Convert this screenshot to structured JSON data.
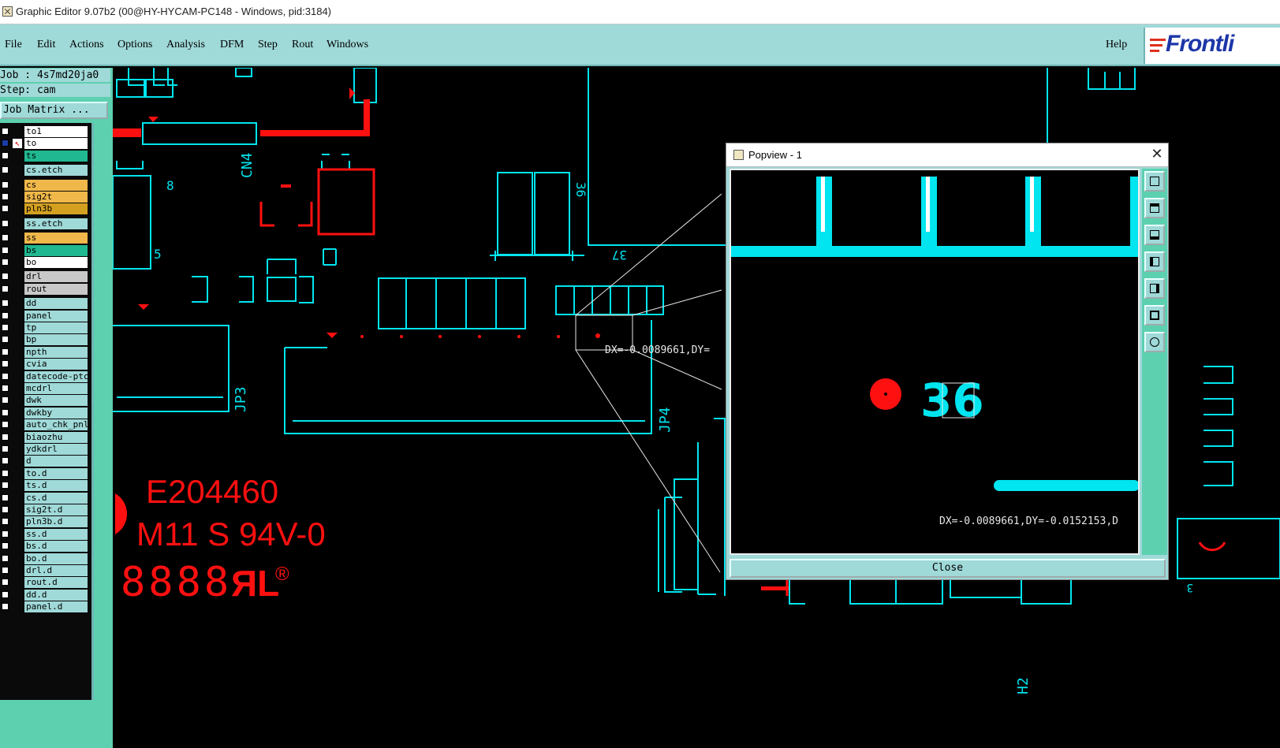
{
  "window": {
    "title": "Graphic Editor 9.07b2 (00@HY-HYCAM-PC148 - Windows, pid:3184)"
  },
  "menu": {
    "items": [
      "File",
      "Edit",
      "Actions",
      "Options",
      "Analysis",
      "DFM",
      "Step",
      "Rout",
      "Windows"
    ],
    "help": "Help",
    "logo": "Frontli"
  },
  "job": {
    "job_line": "Job : 4s7md20ja0",
    "step_line": "Step: cam",
    "matrix_button": "Job Matrix ..."
  },
  "layers": [
    {
      "name": "to1",
      "color": "#ffffff",
      "checked": false,
      "pen": false
    },
    {
      "name": "to",
      "color": "#ffffff",
      "checked": true,
      "pen": true
    },
    {
      "name": "ts",
      "color": "#20b890",
      "checked": false,
      "pen": true
    },
    {
      "name": "cs.etch",
      "color": "#9fd9d8",
      "checked": false,
      "pen": false
    },
    {
      "name": "cs",
      "color": "#f0b84a",
      "checked": false,
      "pen": true
    },
    {
      "name": "sig2t",
      "color": "#f0b84a",
      "checked": false,
      "pen": true
    },
    {
      "name": "pln3b",
      "color": "#d4a020",
      "checked": false,
      "pen": true
    },
    {
      "name": "ss.etch",
      "color": "#9fd9d8",
      "checked": false,
      "pen": false
    },
    {
      "name": "ss",
      "color": "#f0b84a",
      "checked": false,
      "pen": true
    },
    {
      "name": "bs",
      "color": "#20b890",
      "checked": false,
      "pen": true
    },
    {
      "name": "bo",
      "color": "#ffffff",
      "checked": false,
      "pen": true
    },
    {
      "name": "drl",
      "color": "#c8c8c8",
      "checked": false,
      "pen": false
    },
    {
      "name": "rout",
      "color": "#c8c8c8",
      "checked": false,
      "pen": false
    },
    {
      "name": "dd",
      "color": "#9fd9d8",
      "checked": false,
      "pen": true
    },
    {
      "name": "panel",
      "color": "#9fd9d8",
      "checked": false,
      "pen": true
    },
    {
      "name": "tp",
      "color": "#9fd9d8",
      "checked": false,
      "pen": false
    },
    {
      "name": "bp",
      "color": "#9fd9d8",
      "checked": false,
      "pen": false
    },
    {
      "name": "npth",
      "color": "#9fd9d8",
      "checked": false,
      "pen": false
    },
    {
      "name": "cvia",
      "color": "#9fd9d8",
      "checked": false,
      "pen": false
    },
    {
      "name": "datecode-ptc",
      "color": "#9fd9d8",
      "checked": false,
      "pen": false
    },
    {
      "name": "mcdrl",
      "color": "#9fd9d8",
      "checked": false,
      "pen": false
    },
    {
      "name": "dwk",
      "color": "#9fd9d8",
      "checked": false,
      "pen": false
    },
    {
      "name": "dwkby",
      "color": "#9fd9d8",
      "checked": false,
      "pen": false
    },
    {
      "name": "auto_chk_pnl",
      "color": "#9fd9d8",
      "checked": false,
      "pen": false
    },
    {
      "name": "biaozhu",
      "color": "#9fd9d8",
      "checked": false,
      "pen": false
    },
    {
      "name": "ydkdrl",
      "color": "#9fd9d8",
      "checked": false,
      "pen": false
    },
    {
      "name": "d",
      "color": "#9fd9d8",
      "checked": false,
      "pen": false
    },
    {
      "name": "to.d",
      "color": "#9fd9d8",
      "checked": false,
      "pen": true
    },
    {
      "name": "ts.d",
      "color": "#9fd9d8",
      "checked": false,
      "pen": true
    },
    {
      "name": "cs.d",
      "color": "#9fd9d8",
      "checked": false,
      "pen": true
    },
    {
      "name": "sig2t.d",
      "color": "#9fd9d8",
      "checked": false,
      "pen": true
    },
    {
      "name": "pln3b.d",
      "color": "#9fd9d8",
      "checked": false,
      "pen": true
    },
    {
      "name": "ss.d",
      "color": "#9fd9d8",
      "checked": false,
      "pen": true
    },
    {
      "name": "bs.d",
      "color": "#9fd9d8",
      "checked": false,
      "pen": true
    },
    {
      "name": "bo.d",
      "color": "#9fd9d8",
      "checked": false,
      "pen": true
    },
    {
      "name": "drl.d",
      "color": "#9fd9d8",
      "checked": false,
      "pen": false
    },
    {
      "name": "rout.d",
      "color": "#9fd9d8",
      "checked": false,
      "pen": false
    },
    {
      "name": "dd.d",
      "color": "#9fd9d8",
      "checked": false,
      "pen": true
    },
    {
      "name": "panel.d",
      "color": "#9fd9d8",
      "checked": false,
      "pen": false
    }
  ],
  "canvas": {
    "labels": {
      "cn4": "CN4",
      "jp3": "JP3",
      "jp4": "JP4",
      "h2": "H2",
      "pin8": "8",
      "pin5": "5",
      "pin36": "36",
      "pin37": "37",
      "pin3": "3",
      "marking1": "E204460",
      "marking2": "M11 S 94V-0",
      "marking3": "8888",
      "ul_mark": "ЯL",
      "registered": "®",
      "measure": "DX=-0.0089661,DY="
    },
    "colors": {
      "cyan": "#00e5ef",
      "red": "#ff1010",
      "white": "#ffffff"
    }
  },
  "popview": {
    "title": "Popview - 1",
    "pin_label": "36",
    "measure": "DX=-0.0089661,DY=-0.0152153,D",
    "close_label": "Close",
    "toolbar": [
      "zoom-home-icon",
      "zoom-up-icon",
      "zoom-down-icon",
      "zoom-left-icon",
      "zoom-right-icon",
      "zoom-fit-icon",
      "zoom-pan-icon"
    ]
  }
}
